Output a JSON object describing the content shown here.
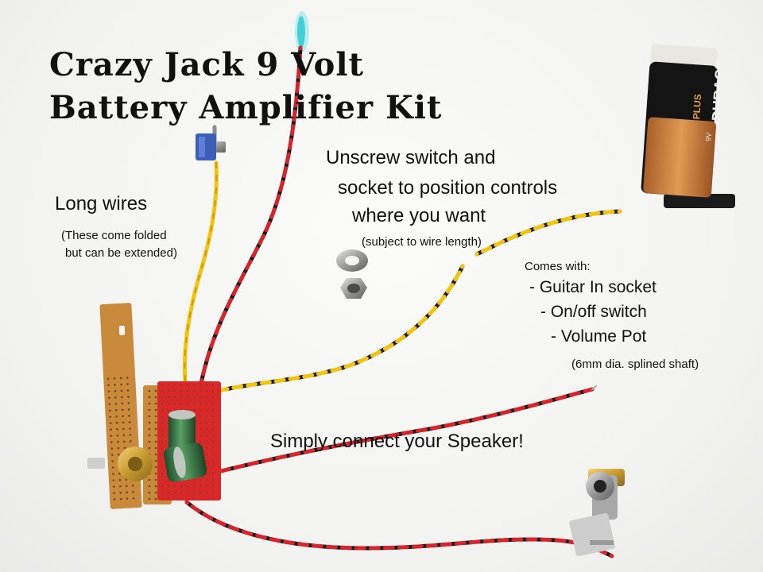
{
  "title": {
    "line1": "Crazy Jack 9 Volt",
    "line2": "Battery Amplifier Kit"
  },
  "labels": {
    "long_wires": "Long wires",
    "long_wires_note_1": "(These come folded",
    "long_wires_note_2": "but can be extended)",
    "unscrew_1": "Unscrew switch and",
    "unscrew_2": "socket to position controls",
    "unscrew_3": "where you want",
    "unscrew_note": "(subject to wire length)",
    "comes_with": "Comes with:",
    "item_1": "- Guitar In socket",
    "item_2": "- On/off switch",
    "item_3": "- Volume Pot",
    "item_3_note": "(6mm dia. splined shaft)",
    "speaker": "Simply connect your Speaker!"
  },
  "battery": {
    "brand": "DURACELL",
    "line": "PLUS",
    "voltage": "9V"
  },
  "colors": {
    "wire_red": "#d6242a",
    "wire_black": "#1a1a1a",
    "wire_yellow": "#f2c40f",
    "pcb_red": "#d8282a",
    "stripboard": "#c98a3c",
    "battery_copper": "#c9803a",
    "battery_black": "#141414",
    "capacitor_green": "#2f6b3a"
  }
}
